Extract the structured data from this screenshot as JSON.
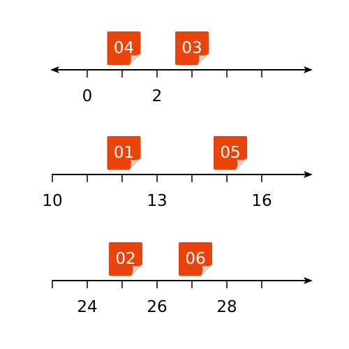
{
  "colors": {
    "sticky_fill": "#e8440c",
    "sticky_fold": "#d4d4d4",
    "line": "#000000",
    "background": "#ffffff"
  },
  "number_lines": [
    {
      "left_arrow": true,
      "right_arrow": true,
      "tick_count": 7,
      "labels": [
        {
          "tick": 1,
          "text": "0"
        },
        {
          "tick": 3,
          "text": "2"
        }
      ],
      "stickies": [
        {
          "text": "04",
          "position": 2.05
        },
        {
          "text": "03",
          "position": 4.0
        }
      ]
    },
    {
      "left_arrow": false,
      "right_arrow": true,
      "tick_count": 7,
      "labels": [
        {
          "tick": 0,
          "text": "10"
        },
        {
          "tick": 3,
          "text": "13"
        },
        {
          "tick": 6,
          "text": "16"
        }
      ],
      "stickies": [
        {
          "text": "01",
          "position": 2.05
        },
        {
          "text": "05",
          "position": 5.1
        }
      ]
    },
    {
      "left_arrow": false,
      "right_arrow": true,
      "tick_count": 7,
      "labels": [
        {
          "tick": 1,
          "text": "24"
        },
        {
          "tick": 3,
          "text": "26"
        },
        {
          "tick": 5,
          "text": "28"
        }
      ],
      "stickies": [
        {
          "text": "02",
          "position": 2.1
        },
        {
          "text": "06",
          "position": 4.1
        }
      ]
    }
  ]
}
